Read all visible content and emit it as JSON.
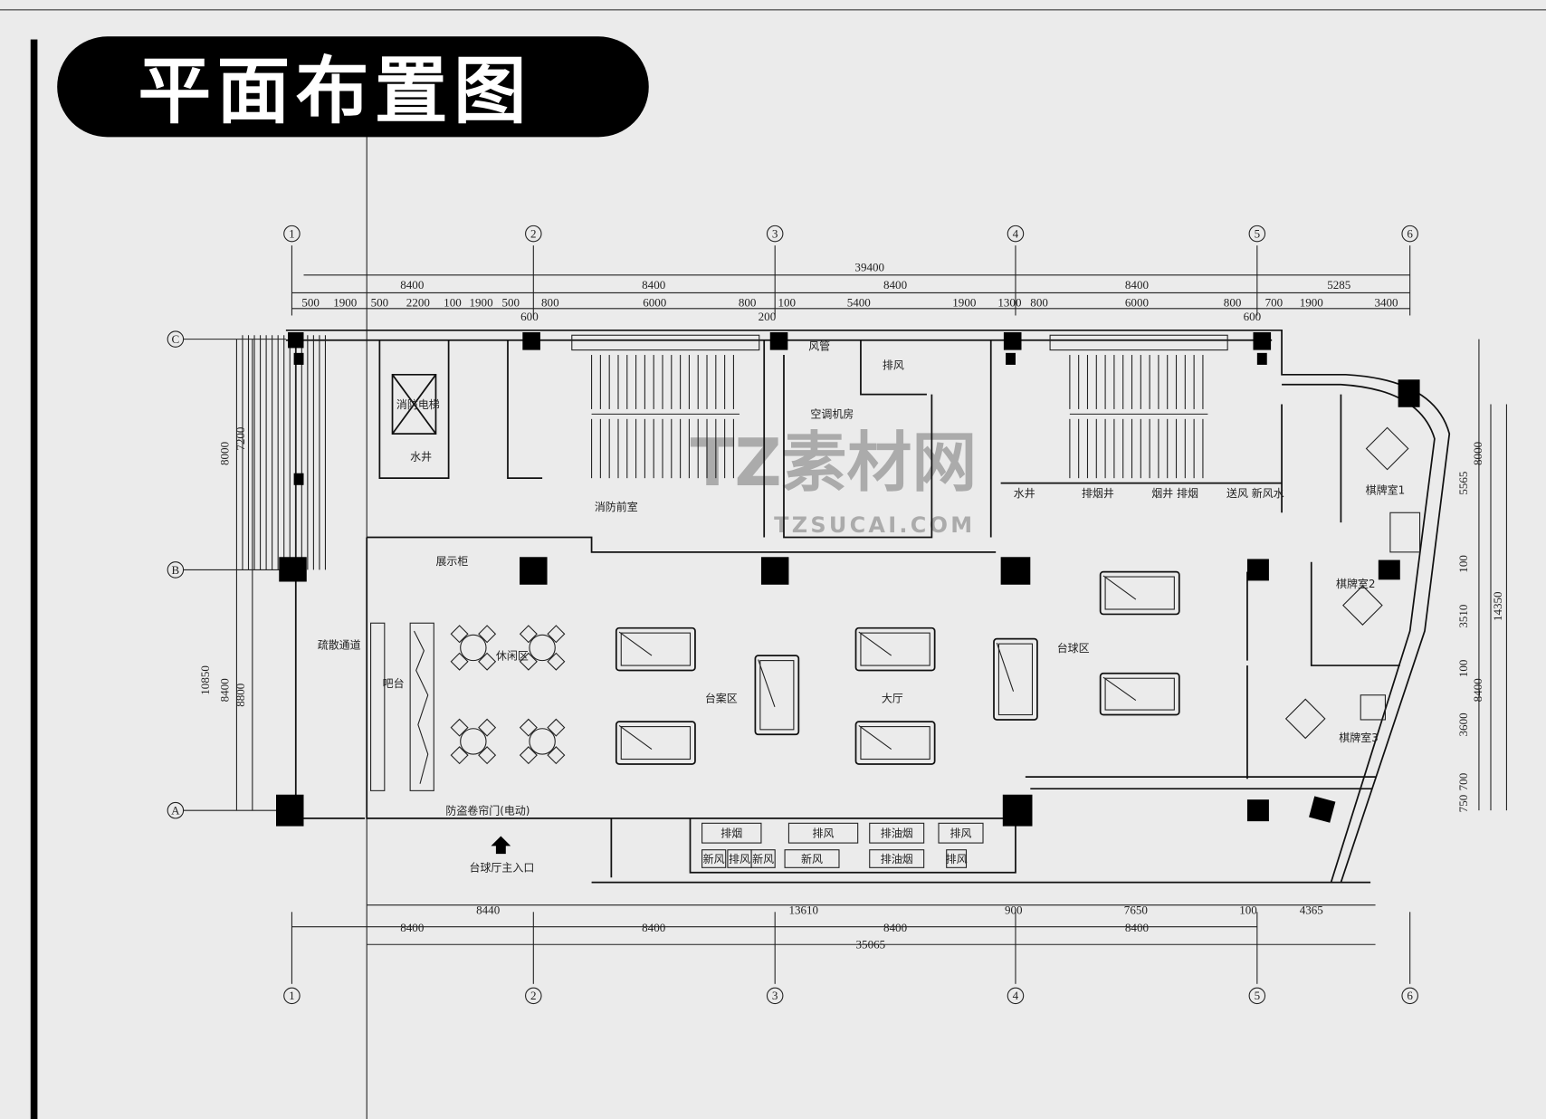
{
  "title": "平面布置图",
  "watermark": {
    "main": "TZ素材网",
    "sub": "TZSUCAI.COM"
  },
  "axes": {
    "top": [
      "1",
      "2",
      "3",
      "4",
      "5",
      "6"
    ],
    "bottom": [
      "1",
      "2",
      "3",
      "4",
      "5",
      "6"
    ],
    "left": [
      "C",
      "B",
      "A"
    ]
  },
  "dimensions": {
    "top_total": "39400",
    "top_bays": [
      "8400",
      "8400",
      "8400",
      "8400",
      "5285"
    ],
    "top_detail": [
      "500",
      "1900",
      "500",
      "2200",
      "100",
      "1900",
      "500",
      "600",
      "800",
      "6000",
      "800",
      "200",
      "100",
      "5400",
      "1900",
      "1300",
      "800",
      "6000",
      "800",
      "600",
      "700",
      "1900",
      "3400"
    ],
    "bottom_row1": [
      "8440",
      "13610",
      "900",
      "7650",
      "100",
      "4365"
    ],
    "bottom_row2": [
      "8400",
      "8400",
      "8400",
      "8400"
    ],
    "bottom_total": "35065",
    "left": [
      "8000",
      "7200",
      "10850",
      "8400",
      "8800"
    ],
    "right": [
      "8000",
      "5565",
      "100",
      "3510",
      "14350",
      "100",
      "8400",
      "3600",
      "700",
      "750"
    ]
  },
  "rooms": {
    "fire_elevator": "消防电梯",
    "water_well": "水井",
    "fire_lobby": "消防前室",
    "air_duct": "风管",
    "exhaust": "排风",
    "ac_room": "空调机房",
    "water_well_2": "水井",
    "smoke_shaft": "排烟井",
    "smoke_shaft_2": "烟井 排烟",
    "fresh_water": "送风 新风水",
    "chess_room_1": "棋牌室1",
    "chess_room_2": "棋牌室2",
    "chess_room_3": "棋牌室3",
    "billiards_area": "台球区",
    "hall": "大厅",
    "table_area": "台案区",
    "lounge_area": "休闲区",
    "bar": "吧台",
    "evacuation_passage": "疏散通道",
    "main_entrance": "台球厅主入口",
    "shutter_door": "防盗卷帘门(电动)",
    "display_cabinet": "展示柜",
    "services": [
      "排烟",
      "排风",
      "新风",
      "排风",
      "新风",
      "新风",
      "排油烟",
      "排风",
      "排油烟",
      "排风"
    ]
  }
}
